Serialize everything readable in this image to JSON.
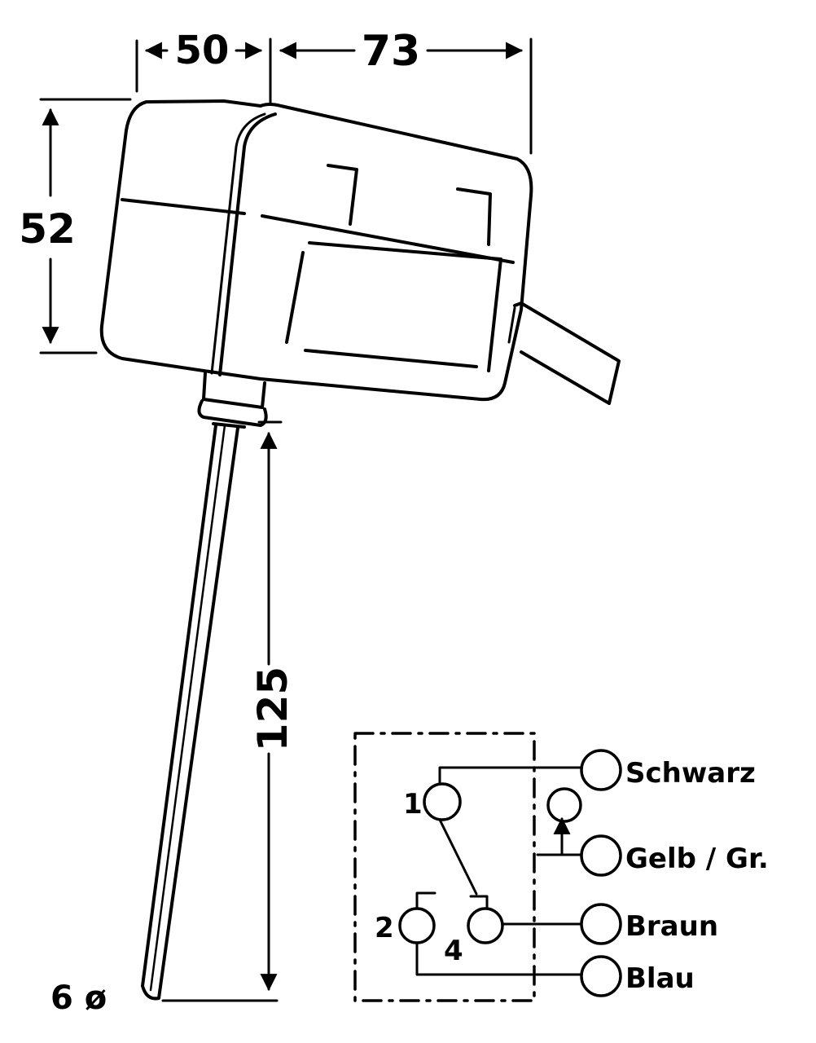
{
  "dimensions": {
    "housing_width": "50",
    "housing_depth": "73",
    "housing_height": "52",
    "probe_length": "125",
    "probe_diameter": "6 ø"
  },
  "schematic": {
    "terminals": [
      "1",
      "2",
      "4"
    ],
    "wires": [
      "Schwarz",
      "Gelb / Gr.",
      "Braun",
      "Blau"
    ]
  }
}
